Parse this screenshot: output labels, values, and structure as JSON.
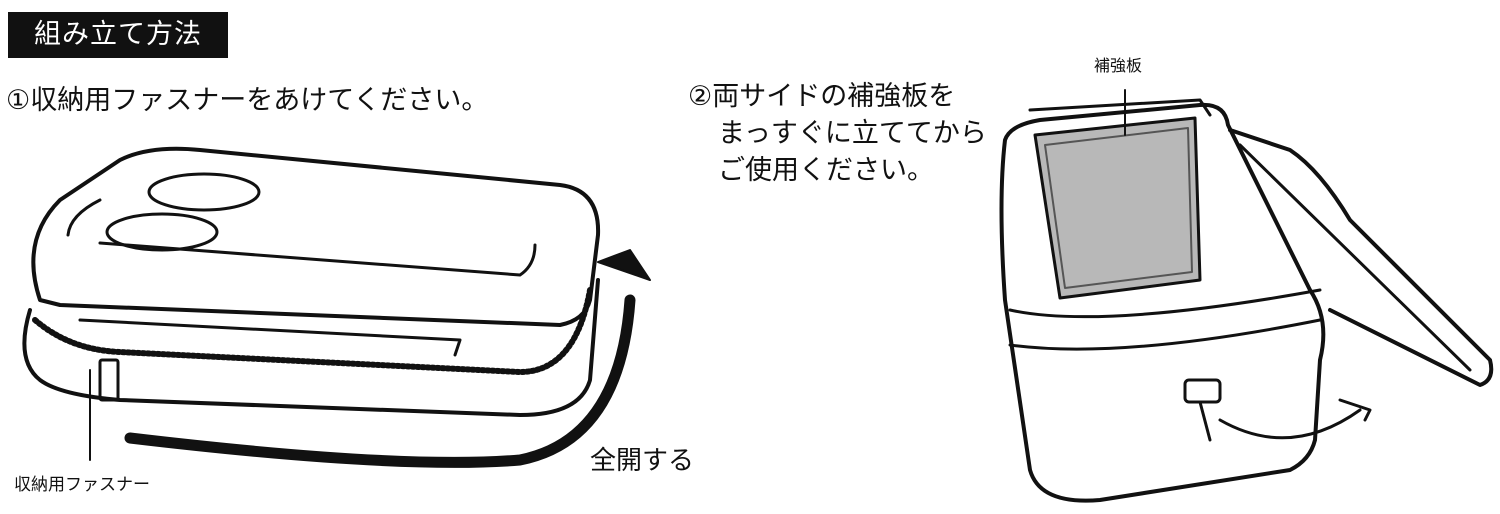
{
  "title": "組み立て方法",
  "step1": {
    "text": "①収納用ファスナーをあけてください。",
    "zipper_label": "収納用ファスナー",
    "arrow_label": "全開する"
  },
  "step2": {
    "lines": [
      "②両サイドの補強板を",
      "まっすぐに立ててから",
      "ご使用ください。"
    ],
    "plate_label": "補強板"
  },
  "colors": {
    "plate": "#b8b8b8",
    "line": "#111111"
  }
}
